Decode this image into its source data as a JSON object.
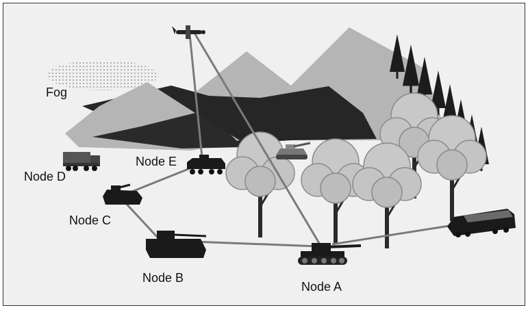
{
  "labels": {
    "fog": "Fog",
    "node_a": "Node A",
    "node_b": "Node B",
    "node_c": "Node C",
    "node_d": "Node D",
    "node_e": "Node E"
  },
  "colors": {
    "background": "#f0f0f0",
    "mountain_light": "#b3b3b3",
    "mountain_dark": "#262626",
    "tree_foliage": "#c4c4c4",
    "link_line": "#7a7a7a",
    "vehicle": "#1a1a1a"
  },
  "links": [
    [
      "aircraft",
      "node-e"
    ],
    [
      "aircraft",
      "node-a"
    ],
    [
      "node-e",
      "node-c"
    ],
    [
      "node-c",
      "node-b"
    ],
    [
      "node-b",
      "node-a"
    ],
    [
      "node-a",
      "tank-right"
    ]
  ],
  "icons": [
    "aircraft-icon",
    "tank-icon",
    "armored-vehicle-icon",
    "truck-icon",
    "tree-icon",
    "mountain-icon",
    "fog-icon"
  ]
}
